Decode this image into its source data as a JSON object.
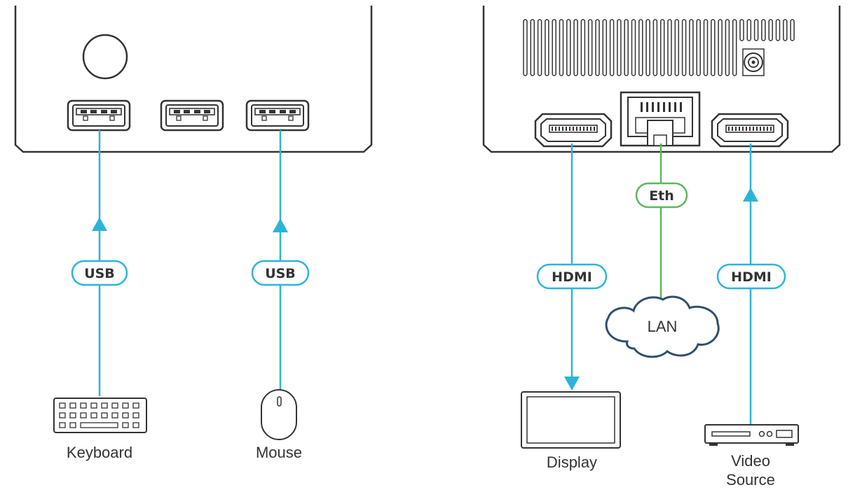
{
  "colors": {
    "outline": "#333333",
    "usb_hdmi_line": "#2bb4d9",
    "eth_line": "#5cb85c",
    "lan_cloud": "#2f4f6f"
  },
  "left_panel": {
    "connectors": [
      {
        "pill": "USB",
        "device": "Keyboard",
        "icon": "keyboard-icon"
      },
      {
        "pill": "USB",
        "device": "Mouse",
        "icon": "mouse-icon"
      }
    ]
  },
  "right_panel": {
    "connectors": [
      {
        "pill": "HDMI",
        "device": "Display",
        "icon": "display-icon"
      },
      {
        "pill": "Eth",
        "device": "LAN",
        "icon": "cloud-icon"
      },
      {
        "pill": "HDMI",
        "device_line1": "Video",
        "device_line2": "Source",
        "icon": "video-source-icon"
      }
    ]
  }
}
